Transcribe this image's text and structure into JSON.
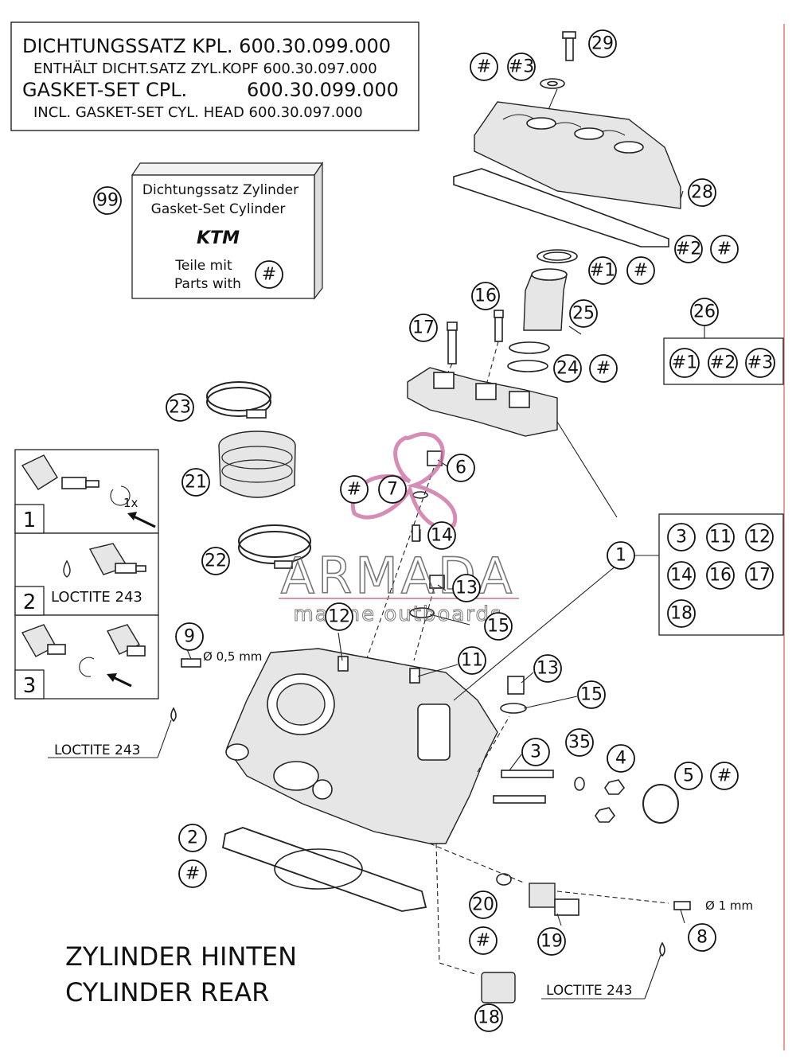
{
  "header_box": {
    "line1": "DICHTUNGSSATZ KPL. 600.30.099.000",
    "line2": "ENTHÄLT DICHT.SATZ ZYL.KOPF 600.30.097.000",
    "line3_label": "GASKET-SET CPL.",
    "line3_number": "600.30.099.000",
    "line4": "INCL. GASKET-SET CYL. HEAD 600.30.097.000"
  },
  "kit_box": {
    "callout": "99",
    "title_de": "Dichtungssatz Zylinder",
    "title_en": "Gasket-Set Cylinder",
    "logo": "KTM",
    "parts_de": "Teile mit",
    "parts_en": "Parts with",
    "marker": "#"
  },
  "steps": [
    {
      "number": "1",
      "annotation": "1x"
    },
    {
      "number": "2",
      "annotation": "LOCTITE 243"
    },
    {
      "number": "3",
      "annotation": ""
    }
  ],
  "group_1": {
    "callout": "1",
    "items": [
      "3",
      "11",
      "12",
      "14",
      "16",
      "17",
      "18"
    ]
  },
  "group_26": {
    "callout": "26",
    "items": [
      "#1",
      "#2",
      "#3"
    ]
  },
  "callouts": [
    "29",
    "#",
    "#3",
    "28",
    "#2",
    "#",
    "#1",
    "#",
    "16",
    "25",
    "17",
    "24",
    "#",
    "23",
    "6",
    "#",
    "7",
    "21",
    "14",
    "22",
    "13",
    "12",
    "15",
    "9",
    "11",
    "13",
    "15",
    "3",
    "35",
    "4",
    "5",
    "#",
    "2",
    "#",
    "20",
    "#",
    "19",
    "8",
    "18"
  ],
  "annotations": {
    "dia_9": "Ø 0,5 mm",
    "dia_8": "Ø 1 mm",
    "loctite_left": "LOCTITE 243",
    "loctite_bottom": "LOCTITE 243"
  },
  "footer": {
    "line1": "ZYLINDER HINTEN",
    "line2": "CYLINDER REAR"
  },
  "watermark": {
    "brand": "ARMADA",
    "tagline": "marine outboards"
  },
  "colors": {
    "watermark": "#c8659b",
    "ink": "#111111",
    "right_edge": "#e57a7a"
  }
}
